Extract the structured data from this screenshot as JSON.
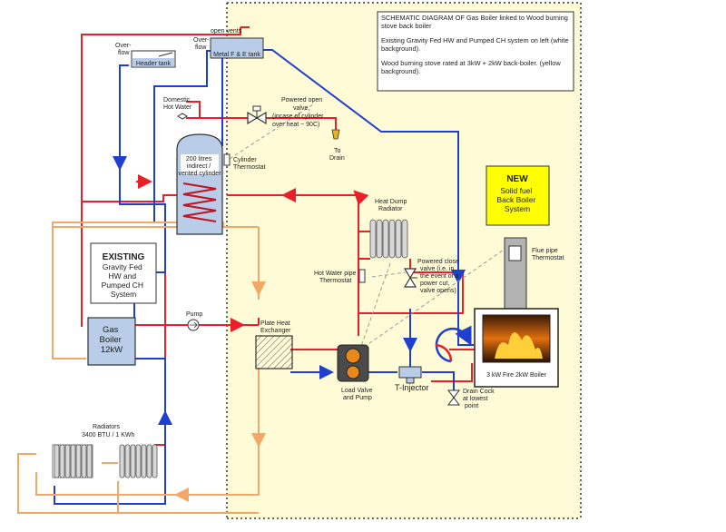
{
  "colors": {
    "right_panel_bg": "#fffbd6",
    "hot_pipe": "#e8202a",
    "cold_pipe": "#1f3fcf",
    "radiator_pipe": "#f2a866",
    "tank_fill": "#b9cde8",
    "new_label_bg": "#ffff00",
    "divider": "#333333"
  },
  "note": {
    "title": "SCHEMATIC DIAGRAM OF Gas Boiler linked to Wood burning stove back boiler",
    "existing": "Existing Gravity Fed HW and Pumped CH system on left (white background).",
    "wood": "Wood burning stove rated at 3kW + 2kW back-boiler. (yellow background)."
  },
  "existing_box": {
    "title": "EXISTING",
    "lines": [
      "Gravity Fed",
      "HW and",
      "Pumped CH",
      "System"
    ]
  },
  "new_box": {
    "title": "NEW",
    "lines": [
      "Solid fuel",
      "Back Boiler",
      "System"
    ]
  },
  "labels": {
    "overflow_left": [
      "Over-",
      "flow"
    ],
    "header_tank": "Header tank",
    "overflow_mid": [
      "Over-",
      "flow"
    ],
    "open_vents": "open vents",
    "fe_tank": "Metal F & E tank",
    "domestic_hot_water": [
      "Domestic",
      "Hot Water"
    ],
    "powered_open_valve": [
      "Powered open",
      "valve,",
      "(incase of cylinder",
      "over heat ~ 90C)"
    ],
    "to_drain": [
      "To",
      "Drain"
    ],
    "cylinder_thermostat": [
      "Cylinder",
      "Thermostat"
    ],
    "cylinder": [
      "200 litres",
      "indirect /",
      "vented cylinder"
    ],
    "heat_dump_radiator": [
      "Heat Dump",
      "Radiator"
    ],
    "powered_close_valve": [
      "Powered close",
      "valve  (i.e. in",
      "the event of a",
      "power cut,",
      "valve opens)"
    ],
    "hot_water_pipe_thermostat": [
      "Hot Water pipe",
      "Thermostat"
    ],
    "flue_pipe_thermostat": [
      "Flue pipe",
      "Thermostat"
    ],
    "pump": "Pump",
    "gas_boiler": [
      "Gas",
      "Boiler",
      "12kW"
    ],
    "plate_heat_exchanger": [
      "Plate Heat",
      "Exchanger"
    ],
    "load_valve": [
      "Load Valve",
      "and Pump"
    ],
    "t_injector": "T-Injector",
    "stove": "3 kW Fire 2kW Boiler",
    "drain_cock": [
      "Drain Cock",
      "at lowest",
      "point"
    ],
    "radiators": [
      "Radiators",
      "3400 BTU / 1 KWh"
    ]
  }
}
